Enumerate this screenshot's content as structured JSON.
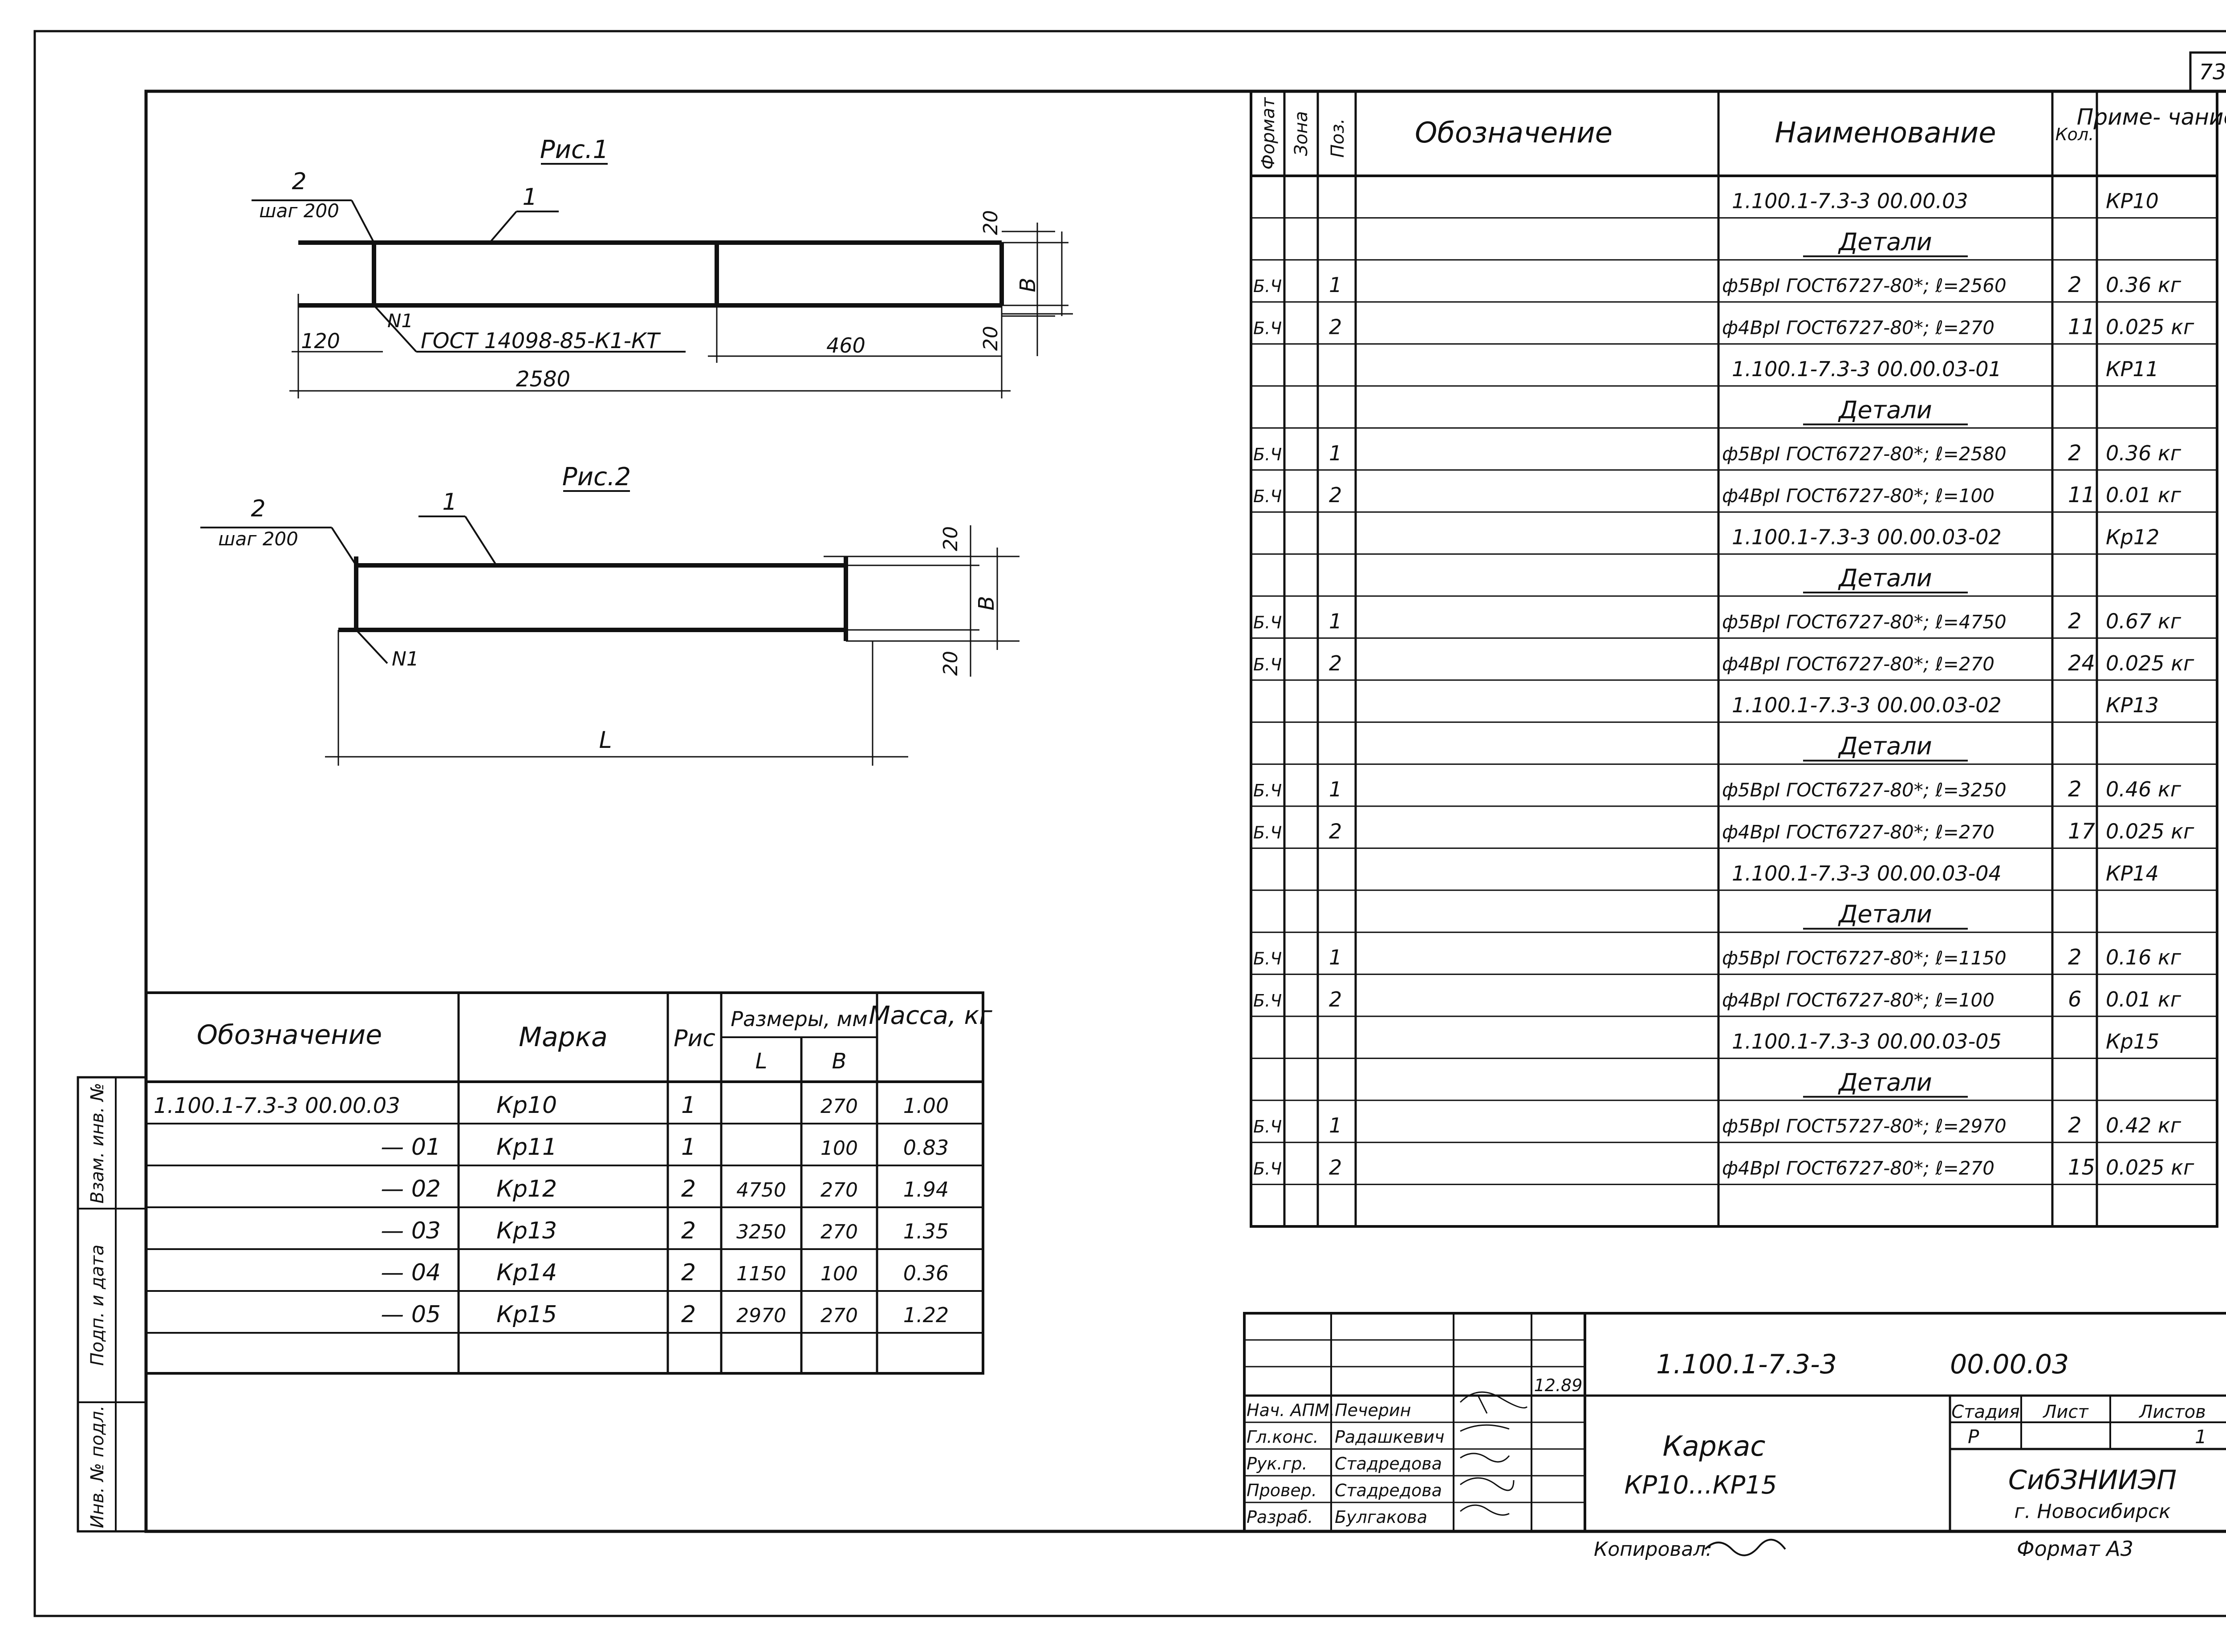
{
  "sheet_number": "73",
  "figures": {
    "fig1": {
      "title": "Рис.1",
      "pos1_label": "1",
      "pos2_label": "2",
      "step_label": "шаг 200",
      "weld_label": "N1",
      "weld_standard": "ГОСТ 14098-85-К1-КТ",
      "dim_120": "120",
      "dim_460": "460",
      "dim_total": "2580",
      "dim_20_top": "20",
      "dim_20_bottom": "20",
      "dim_b": "В"
    },
    "fig2": {
      "title": "Рис.2",
      "pos1_label": "1",
      "pos2_label": "2",
      "step_label": "шаг 200",
      "weld_label": "N1",
      "dim_20_top": "20",
      "dim_20_bottom": "20",
      "dim_b": "В",
      "dim_L": "L"
    }
  },
  "marks_table": {
    "headers": {
      "designation": "Обозначение",
      "mark": "Марка",
      "fig": "Рис",
      "sizes": "Размеры, мм",
      "L": "L",
      "B": "В",
      "mass": "Масса, кг"
    },
    "rows": [
      {
        "designation": "1.100.1-7.3-3   00.00.03",
        "mark": "Кр10",
        "fig": "1",
        "L": "",
        "B": "270",
        "mass": "1.00"
      },
      {
        "designation": "— 01",
        "mark": "Кр11",
        "fig": "1",
        "L": "",
        "B": "100",
        "mass": "0.83"
      },
      {
        "designation": "— 02",
        "mark": "Кр12",
        "fig": "2",
        "L": "4750",
        "B": "270",
        "mass": "1.94"
      },
      {
        "designation": "— 03",
        "mark": "Кр13",
        "fig": "2",
        "L": "3250",
        "B": "270",
        "mass": "1.35"
      },
      {
        "designation": "— 04",
        "mark": "Кр14",
        "fig": "2",
        "L": "1150",
        "B": "100",
        "mass": "0.36"
      },
      {
        "designation": "— 05",
        "mark": "Кр15",
        "fig": "2",
        "L": "2970",
        "B": "270",
        "mass": "1.22"
      }
    ]
  },
  "spec_table": {
    "headers": {
      "format": "Формат",
      "zone": "Зона",
      "pos": "Поз.",
      "designation": "Обозначение",
      "name": "Наименование",
      "qty": "Кол.",
      "note": "Приме- чание"
    },
    "rows": [
      {
        "format": "",
        "pos": "",
        "name": "1.100.1-7.3-3    00.00.03",
        "qty": "",
        "note": "КР10",
        "underline": false
      },
      {
        "format": "",
        "pos": "",
        "name": "Детали",
        "qty": "",
        "note": "",
        "underline": true
      },
      {
        "format": "Б.Ч",
        "pos": "1",
        "name": "ф5ВрI ГОСТ6727-80*; ℓ=2560",
        "qty": "2",
        "note": "0.36 кг",
        "underline": false
      },
      {
        "format": "Б.Ч",
        "pos": "2",
        "name": "ф4ВрI ГОСТ6727-80*; ℓ=270",
        "qty": "11",
        "note": "0.025 кг",
        "underline": false
      },
      {
        "format": "",
        "pos": "",
        "name": "1.100.1-7.3-3    00.00.03-01",
        "qty": "",
        "note": "КР11",
        "underline": false
      },
      {
        "format": "",
        "pos": "",
        "name": "Детали",
        "qty": "",
        "note": "",
        "underline": true
      },
      {
        "format": "Б.Ч",
        "pos": "1",
        "name": "ф5ВрI ГОСТ6727-80*; ℓ=2580",
        "qty": "2",
        "note": "0.36 кг",
        "underline": false
      },
      {
        "format": "Б.Ч",
        "pos": "2",
        "name": "ф4ВрI ГОСТ6727-80*; ℓ=100",
        "qty": "11",
        "note": "0.01 кг",
        "underline": false
      },
      {
        "format": "",
        "pos": "",
        "name": "1.100.1-7.3-3    00.00.03-02",
        "qty": "",
        "note": "Кр12",
        "underline": false
      },
      {
        "format": "",
        "pos": "",
        "name": "Детали",
        "qty": "",
        "note": "",
        "underline": true
      },
      {
        "format": "Б.Ч",
        "pos": "1",
        "name": "ф5ВрI ГОСТ6727-80*; ℓ=4750",
        "qty": "2",
        "note": "0.67 кг",
        "underline": false
      },
      {
        "format": "Б.Ч",
        "pos": "2",
        "name": "ф4ВрI ГОСТ6727-80*; ℓ=270",
        "qty": "24",
        "note": "0.025 кг",
        "underline": false
      },
      {
        "format": "",
        "pos": "",
        "name": "1.100.1-7.3-3    00.00.03-02",
        "qty": "",
        "note": "КР13",
        "underline": false
      },
      {
        "format": "",
        "pos": "",
        "name": "Детали",
        "qty": "",
        "note": "",
        "underline": true
      },
      {
        "format": "Б.Ч",
        "pos": "1",
        "name": "ф5ВрI ГОСТ6727-80*; ℓ=3250",
        "qty": "2",
        "note": "0.46 кг",
        "underline": false
      },
      {
        "format": "Б.Ч",
        "pos": "2",
        "name": "ф4ВрI ГОСТ6727-80*; ℓ=270",
        "qty": "17",
        "note": "0.025 кг",
        "underline": false
      },
      {
        "format": "",
        "pos": "",
        "name": "1.100.1-7.3-3    00.00.03-04",
        "qty": "",
        "note": "КР14",
        "underline": false
      },
      {
        "format": "",
        "pos": "",
        "name": "Детали",
        "qty": "",
        "note": "",
        "underline": true
      },
      {
        "format": "Б.Ч",
        "pos": "1",
        "name": "ф5ВрI ГОСТ6727-80*; ℓ=1150",
        "qty": "2",
        "note": "0.16 кг",
        "underline": false
      },
      {
        "format": "Б.Ч",
        "pos": "2",
        "name": "ф4ВрI ГОСТ6727-80*; ℓ=100",
        "qty": "6",
        "note": "0.01 кг",
        "underline": false
      },
      {
        "format": "",
        "pos": "",
        "name": "1.100.1-7.3-3  00.00.03-05",
        "qty": "",
        "note": "Кр15",
        "underline": false
      },
      {
        "format": "",
        "pos": "",
        "name": "Детали",
        "qty": "",
        "note": "",
        "underline": true
      },
      {
        "format": "Б.Ч",
        "pos": "1",
        "name": "ф5ВрI ГОСТ5727-80*; ℓ=2970",
        "qty": "2",
        "note": "0.42 кг",
        "underline": false
      },
      {
        "format": "Б.Ч",
        "pos": "2",
        "name": "ф4ВрI ГОСТ6727-80*; ℓ=270",
        "qty": "15",
        "note": "0.025 кг",
        "underline": false
      },
      {
        "format": "",
        "pos": "",
        "name": "",
        "qty": "",
        "note": "",
        "underline": false
      }
    ]
  },
  "left_margin": {
    "replace_inv": "Взам. инв. №",
    "sign_date": "Подп. и дата",
    "inv_orig": "Инв. № подл."
  },
  "title_block": {
    "doc_code": "1.100.1-7.3-3",
    "doc_num": "00.00.03",
    "date": "12.89",
    "title_line1": "Каркас",
    "title_line2": "КР10...КР15",
    "stage_label": "Стадия",
    "sheet_label": "Лист",
    "sheets_label": "Листов",
    "stage_value": "Р",
    "sheets_value": "1",
    "org_line1": "СибЗНИИЭП",
    "org_line2": "г. Новосибирск",
    "staff": [
      {
        "role": "Нач. АПМ.",
        "name": "Печерин"
      },
      {
        "role": "Гл.конс.",
        "name": "Радашкевич"
      },
      {
        "role": "Рук.гр.",
        "name": "Стадредова"
      },
      {
        "role": "Провер.",
        "name": "Стадредова"
      },
      {
        "role": "Разраб.",
        "name": "Булгакова"
      }
    ],
    "copied_label": "Копировал:",
    "format_label": "Формат А3"
  }
}
